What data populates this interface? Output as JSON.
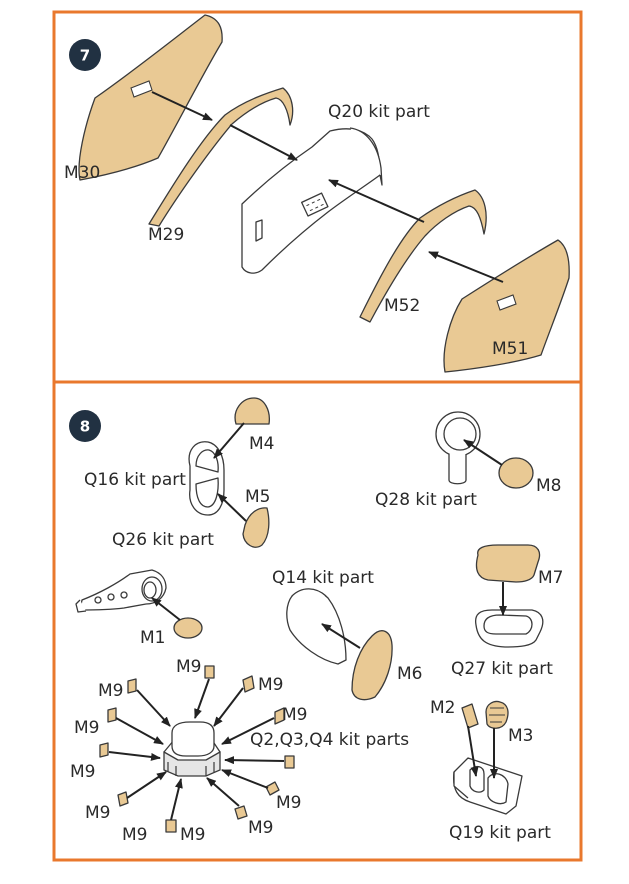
{
  "colors": {
    "frame": "#e9782d",
    "pe_part": "#e9c994",
    "step_badge": "#213142"
  },
  "steps": [
    {
      "number": "7",
      "labels": {
        "m30": "M30",
        "m29": "M29",
        "q20": "Q20 kit part",
        "m52": "M52",
        "m51": "M51"
      }
    },
    {
      "number": "8",
      "labels": {
        "m4": "M4",
        "q16": "Q16 kit part",
        "m5": "M5",
        "q26": "Q26 kit part",
        "m8": "M8",
        "q28": "Q28 kit part",
        "m7": "M7",
        "q14": "Q14 kit part",
        "m1": "M1",
        "m6": "M6",
        "q27": "Q27 kit part",
        "m2": "M2",
        "m3": "M3",
        "q19": "Q19 kit part",
        "q234": "Q2,Q3,Q4 kit parts",
        "m9_labels": [
          "M9",
          "M9",
          "M9",
          "M9",
          "M9",
          "M9",
          "M9",
          "M9",
          "M9",
          "M9",
          "M9"
        ]
      }
    }
  ]
}
